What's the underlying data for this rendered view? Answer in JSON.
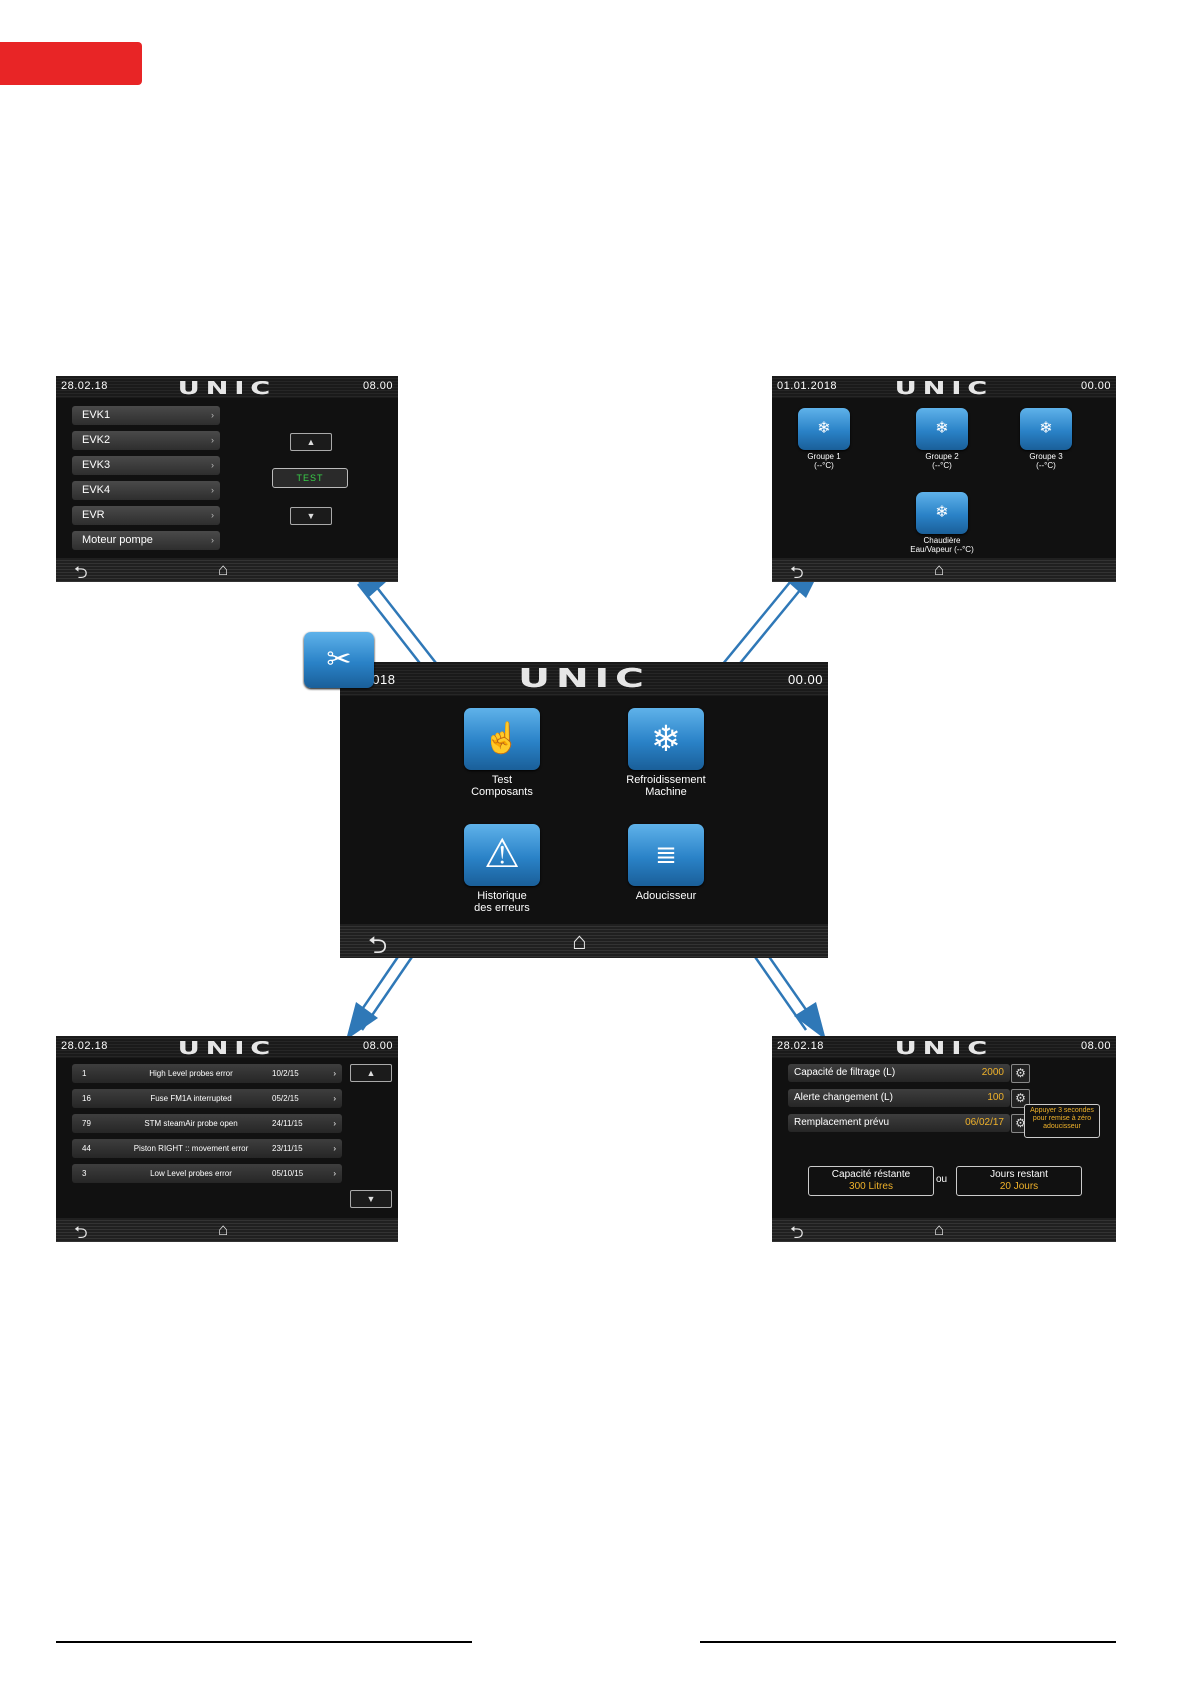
{
  "colors": {
    "accent_red": "#e82526",
    "icon_blue": "#2a82c7",
    "arrow_blue": "#2f78b7",
    "value_yellow": "#f0b22a",
    "test_green": "#38d048"
  },
  "brand": "UNIC",
  "main": {
    "date": "01.2018",
    "time": "00.00",
    "tiles": [
      {
        "label1": "Test",
        "label2": "Composants",
        "icon": "touch-hand-icon"
      },
      {
        "label1": "Refroidissement",
        "label2": "Machine",
        "icon": "snowflake-icon"
      },
      {
        "label1": "Historique",
        "label2": "des erreurs",
        "icon": "warning-icon"
      },
      {
        "label1": "Adoucisseur",
        "label2": "",
        "icon": "water-softener-icon"
      }
    ]
  },
  "test_screen": {
    "date": "28.02.18",
    "time": "08.00",
    "items": [
      "EVK1",
      "EVK2",
      "EVK3",
      "EVK4",
      "EVR",
      "Moteur pompe"
    ],
    "test_label": "TEST"
  },
  "cooling_screen": {
    "date": "01.01.2018",
    "time": "00.00",
    "groups": [
      {
        "label1": "Groupe 1",
        "label2": "(--°C)"
      },
      {
        "label1": "Groupe 2",
        "label2": "(--°C)"
      },
      {
        "label1": "Groupe 3",
        "label2": "(--°C)"
      },
      {
        "label1": "Chaudière",
        "label2": "Eau/Vapeur (--°C)"
      }
    ]
  },
  "errors_screen": {
    "date": "28.02.18",
    "time": "08.00",
    "rows": [
      {
        "code": "1",
        "text": "High Level probes error",
        "date": "10/2/15"
      },
      {
        "code": "16",
        "text": "Fuse FM1A interrupted",
        "date": "05/2/15"
      },
      {
        "code": "79",
        "text": "STM steamAir probe open",
        "date": "24/11/15"
      },
      {
        "code": "44",
        "text": "Piston RIGHT :: movement error",
        "date": "23/11/15"
      },
      {
        "code": "3",
        "text": "Low Level probes error",
        "date": "05/10/15"
      }
    ]
  },
  "softener_screen": {
    "date": "28.02.18",
    "time": "08.00",
    "settings": [
      {
        "label": "Capacité de filtrage (L)",
        "value": "2000"
      },
      {
        "label": "Alerte changement (L)",
        "value": "100"
      },
      {
        "label": "Remplacement prévu",
        "value": "06/02/17"
      }
    ],
    "reset_note": "Appuyer 3 secondes pour remise à zéro adoucisseur",
    "remaining_capacity_label": "Capacité réstante",
    "remaining_capacity_value": "300 Litres",
    "or_label": "ou",
    "remaining_days_label": "Jours restant",
    "remaining_days_value": "20 Jours"
  }
}
